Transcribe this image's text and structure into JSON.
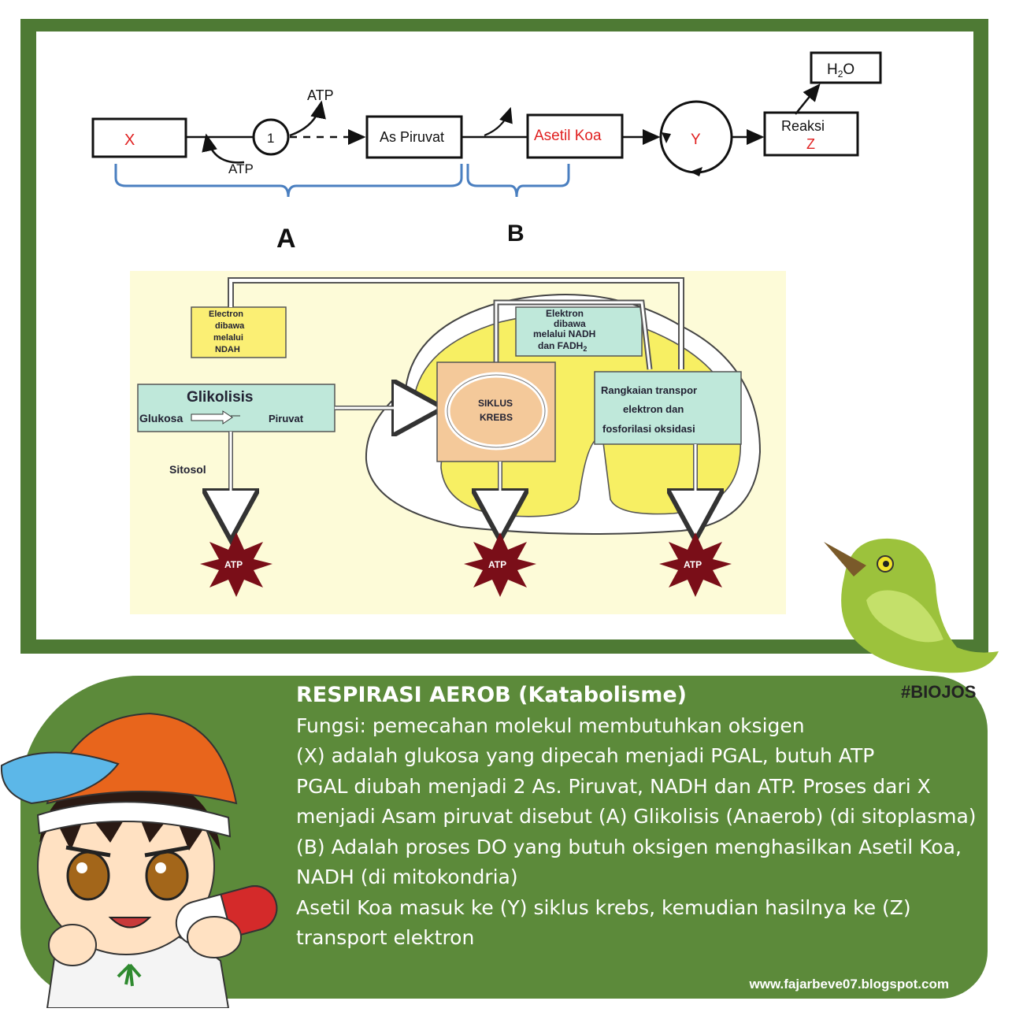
{
  "flow": {
    "x_label": "X",
    "step1": "1",
    "atp_out": "ATP",
    "atp_in": "ATP",
    "as_piruvat": "As Piruvat",
    "asetil_koa": "Asetil Koa",
    "y_label": "Y",
    "reaksi": "Reaksi",
    "z_label": "Z",
    "h2o_main": "H",
    "h2o_sub": "2",
    "h2o_end": "O",
    "brace_a": "A",
    "brace_b": "B"
  },
  "resp": {
    "electron_ndah": [
      "Electron",
      "dibawa",
      "melalui",
      "NDAH"
    ],
    "glikolisis": "Glikolisis",
    "glukosa": "Glukosa",
    "piruvat": "Piruvat",
    "sitosol": "Sitosol",
    "elektron_nadh": [
      "Elektron",
      "dibawa",
      "melalui NADH"
    ],
    "elektron_nadh_last": "dan FADH",
    "fadh_sub": "2",
    "siklus": "SIKLUS",
    "krebs": "KREBS",
    "transpor": [
      "Rangkaian transpor",
      "elektron dan",
      "fosforilasi oksidasi"
    ],
    "atp": "ATP"
  },
  "info": {
    "title": "RESPIRASI AEROB (Katabolisme)",
    "lines": [
      "Fungsi: pemecahan molekul membutuhkan oksigen",
      "(X) adalah glukosa yang dipecah menjadi PGAL, butuh ATP",
      "PGAL diubah  menjadi 2 As. Piruvat, NADH dan ATP. Proses dari X menjadi Asam piruvat disebut (A) Glikolisis (Anaerob) (di sitoplasma)",
      "(B) Adalah proses DO yang butuh oksigen menghasilkan Asetil Koa, NADH (di mitokondria)",
      "Asetil Koa masuk ke (Y) siklus krebs, kemudian hasilnya ke (Z) transport elektron"
    ],
    "url": "www.fajarbeve07.blogspot.com"
  },
  "logo": {
    "hashtag": "#BIOJOS"
  },
  "colors": {
    "frame_green": "#4e7a34",
    "panel_green": "#5c8a3a",
    "label_red": "#e02020",
    "brace_blue": "#4a7fc0",
    "bird_green": "#9cc23c",
    "diagram_bg": "#fdfbd8",
    "mito_yellow": "#f7ef63",
    "teal_box": "#bfe8da",
    "krebs_box": "#f4c99a",
    "atp_burst": "#7a0e18"
  }
}
